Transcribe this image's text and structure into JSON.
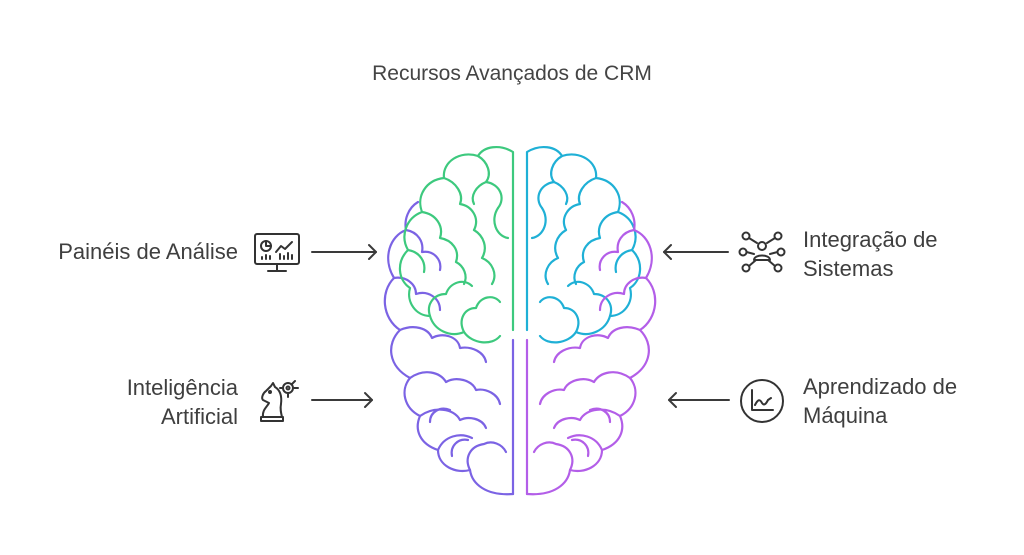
{
  "title": "Recursos Avançados de CRM",
  "items": {
    "top_left": {
      "lines": [
        "Painéis de Análise"
      ],
      "icon": "dashboard-chart-icon"
    },
    "bottom_left": {
      "lines": [
        "Inteligência",
        "Artificial"
      ],
      "icon": "chess-knight-icon"
    },
    "top_right": {
      "lines": [
        "Integração de",
        "Sistemas"
      ],
      "icon": "network-nodes-icon"
    },
    "bottom_right": {
      "lines": [
        "Aprendizado de",
        "Máquina"
      ],
      "icon": "trend-chart-icon"
    }
  },
  "colors": {
    "green": "#3dc97e",
    "blue": "#1fb0d6",
    "purple_left": "#7b63e4",
    "purple_right": "#b35ee8",
    "text": "#3f3f3f"
  }
}
